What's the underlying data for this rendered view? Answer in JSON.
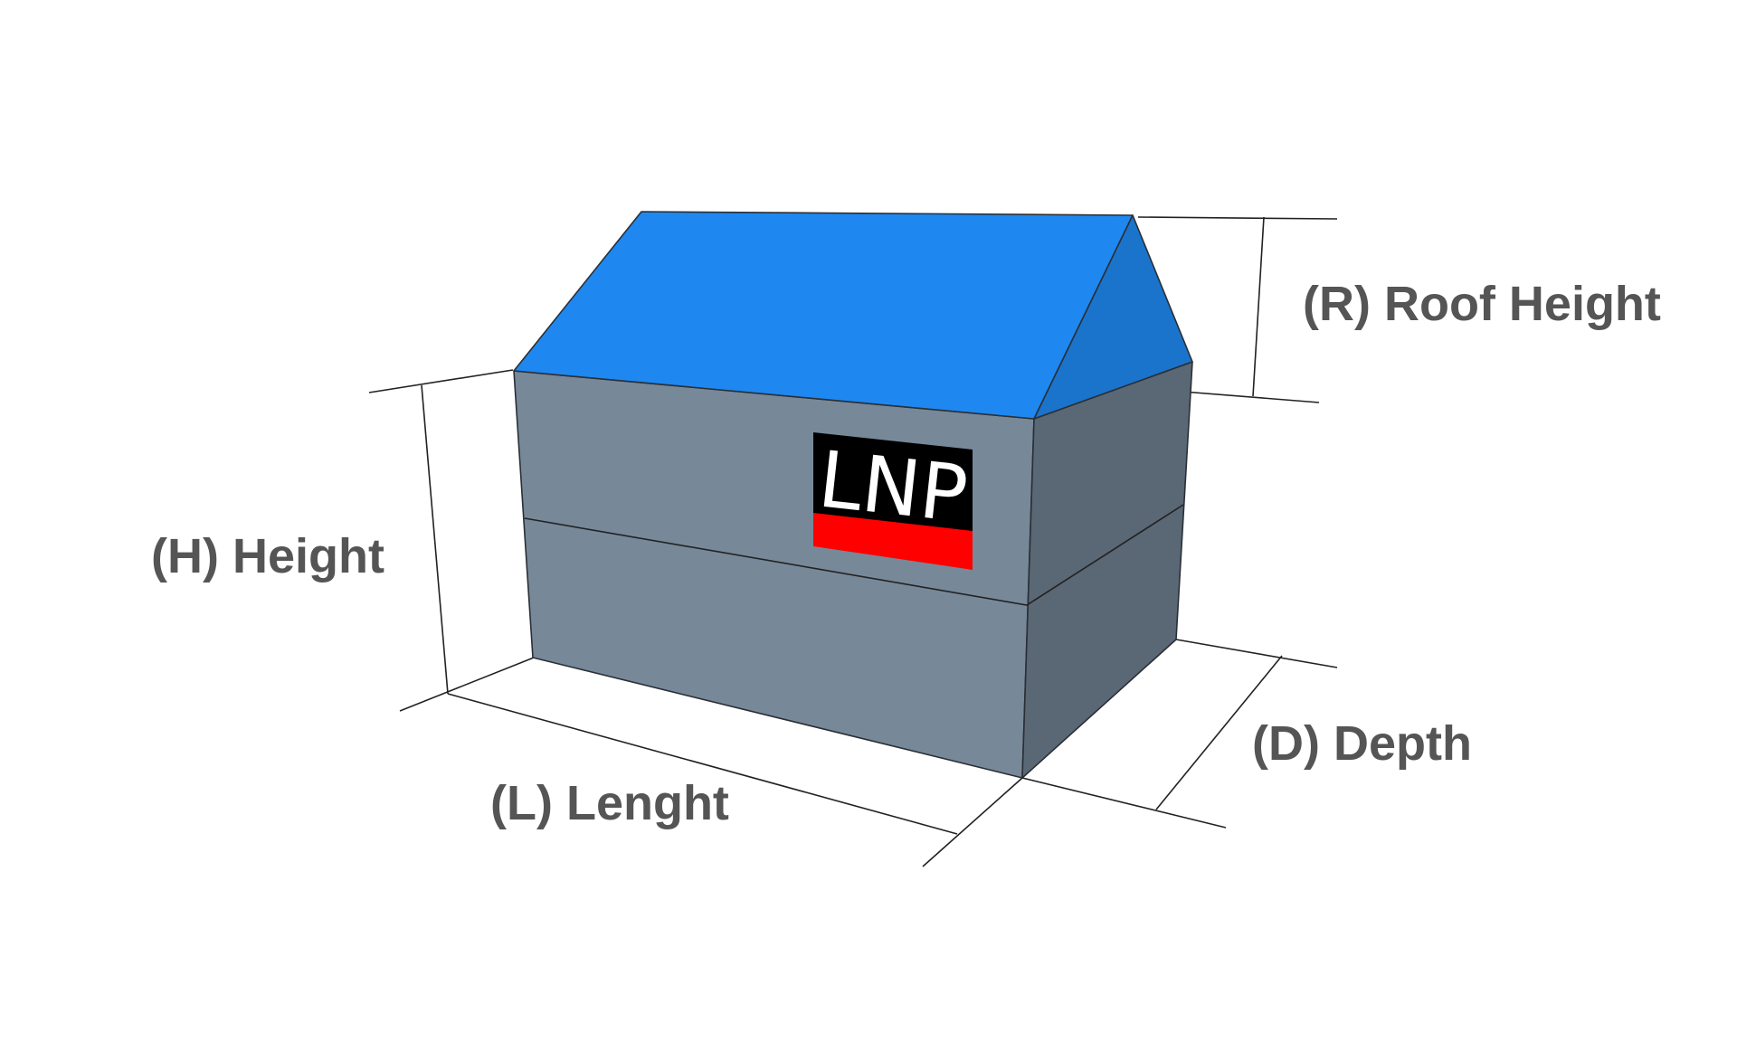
{
  "diagram": {
    "labels": {
      "roof_height": "(R) Roof Height",
      "height": "(H) Height",
      "length": "(L) Lenght",
      "depth": "(D) Depth"
    },
    "logo": {
      "text": "LNP",
      "background_color": "#000000",
      "stripe_color": "#ff0000",
      "text_color": "#ffffff"
    },
    "colors": {
      "roof_front": "#1e88f0",
      "roof_gable": "#1a74cc",
      "wall_front": "#778899",
      "wall_side": "#5a6775",
      "label": "#555555",
      "background": "#ffffff"
    }
  }
}
